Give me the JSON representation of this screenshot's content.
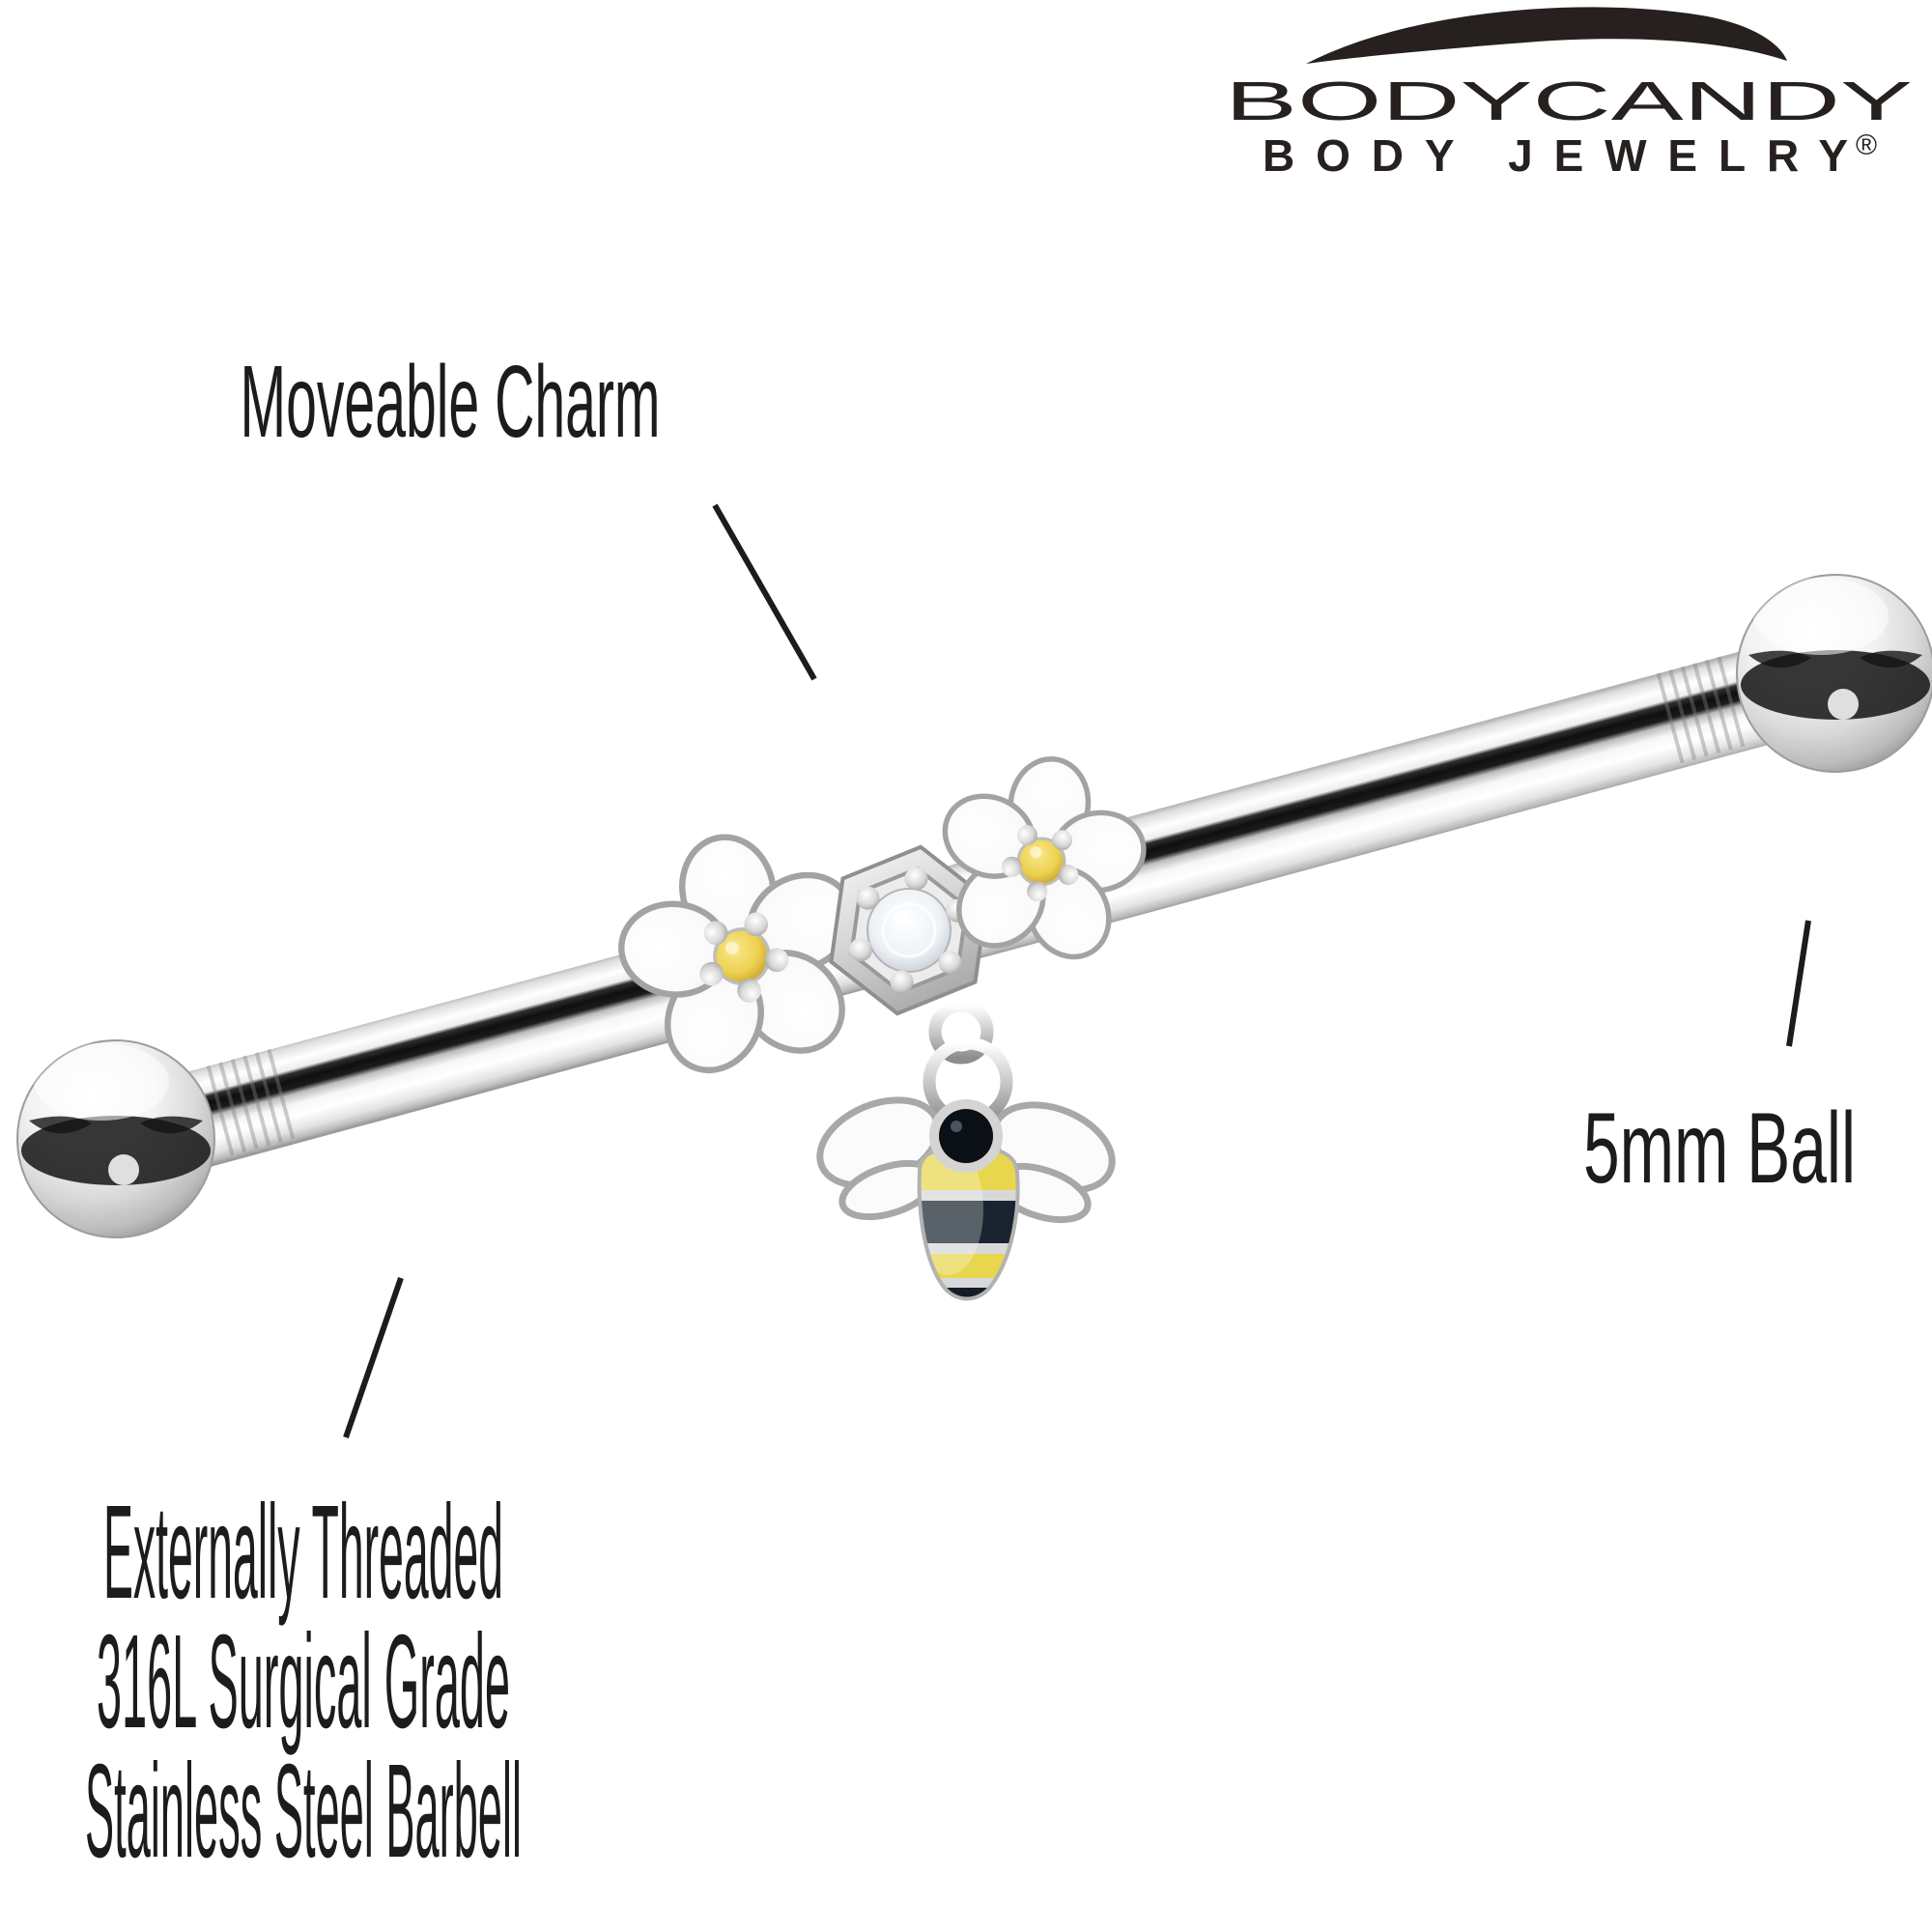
{
  "page": {
    "background_color": "#ffffff",
    "text_color": "#1c1c1c"
  },
  "logo": {
    "brand": "BODYCANDY",
    "tagline": "BODY JEWELRY",
    "registered_mark": "®",
    "color": "#26211f"
  },
  "annotations": {
    "moveable_charm": {
      "label": "Moveable Charm"
    },
    "ball": {
      "label": "5mm Ball"
    },
    "barbell": {
      "lines": [
        "Externally Threaded",
        "316L Surgical Grade",
        "Stainless Steel Barbell"
      ]
    }
  },
  "product_graphic": {
    "description": "Industrial barbell with two white enamel flower charms, honeycomb crystal slide and dangling enamel bee charm",
    "colors": {
      "steel_highlight": "#ffffff",
      "steel_shadow": "#8f8f8f",
      "bar_reflection": "#141414",
      "enamel_white": "#fcfcfc",
      "gem_yellow": "#e3c348",
      "gem_clear": "#eef2f6",
      "bee_dark": "#141d26",
      "bee_yellow": "#e8d64e"
    }
  }
}
